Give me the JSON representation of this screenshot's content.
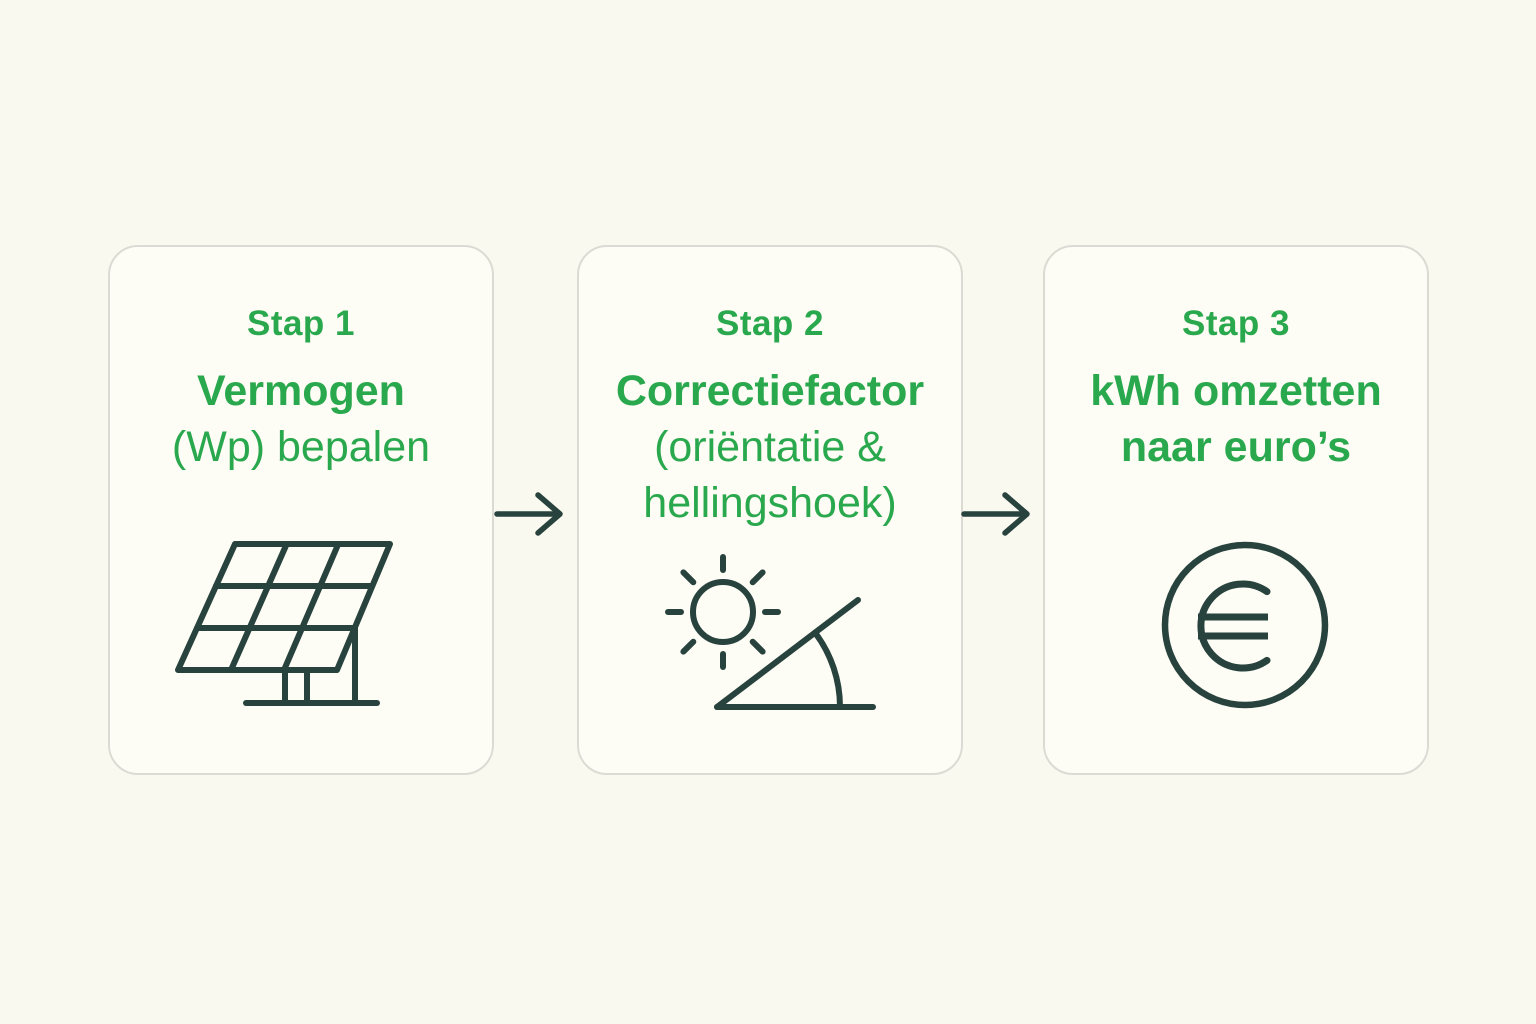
{
  "colors": {
    "accent_green": "#2aa84d",
    "icon_dark": "#28423d",
    "page_bg": "#faf9f0",
    "card_bg": "#fdfcf5",
    "card_border": "#dcdbd3"
  },
  "steps": [
    {
      "label": "Stap 1",
      "lines": [
        "Vermogen",
        "(Wp) bepalen"
      ],
      "icon": "solar-panel-icon"
    },
    {
      "label": "Stap 2",
      "lines": [
        "Correctiefactor",
        "(oriëntatie &",
        "hellingshoek)"
      ],
      "icon": "sun-tilt-angle-icon"
    },
    {
      "label": "Stap 3",
      "lines": [
        "kWh omzetten",
        "naar euro’s"
      ],
      "icon": "euro-coin-icon"
    }
  ],
  "arrows": [
    "arrow-right-icon",
    "arrow-right-icon"
  ]
}
